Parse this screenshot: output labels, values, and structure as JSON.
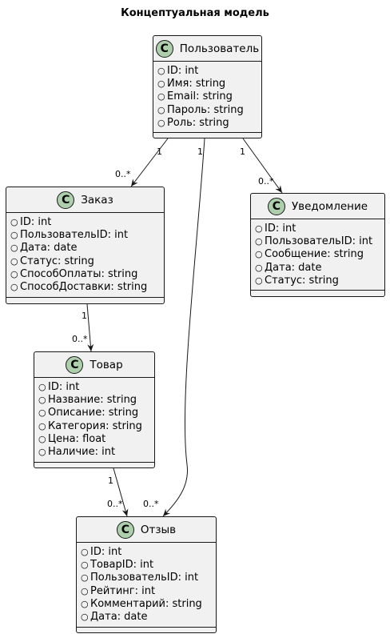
{
  "title": "Концептуальная модель",
  "classes": {
    "user": {
      "name": "Пользователь",
      "attributes": [
        "ID: int",
        "Имя: string",
        "Email: string",
        "Пароль: string",
        "Роль: string"
      ]
    },
    "order": {
      "name": "Заказ",
      "attributes": [
        "ID: int",
        "ПользовательID: int",
        "Дата: date",
        "Статус: string",
        "СпособОплаты: string",
        "СпособДоставки: string"
      ]
    },
    "notification": {
      "name": "Уведомление",
      "attributes": [
        "ID: int",
        "ПользовательID: int",
        "Сообщение: string",
        "Дата: date",
        "Статус: string"
      ]
    },
    "product": {
      "name": "Товар",
      "attributes": [
        "ID: int",
        "Название: string",
        "Описание: string",
        "Категория: string",
        "Цена: float",
        "Наличие: int"
      ]
    },
    "review": {
      "name": "Отзыв",
      "attributes": [
        "ID: int",
        "ТоварID: int",
        "ПользовательID: int",
        "Рейтинг: int",
        "Комментарий: string",
        "Дата: date"
      ]
    }
  },
  "relations": [
    {
      "from": "user",
      "to": "order",
      "from_mult": "1",
      "to_mult": "0..*"
    },
    {
      "from": "user",
      "to": "review",
      "from_mult": "1",
      "to_mult": "0..*"
    },
    {
      "from": "user",
      "to": "notification",
      "from_mult": "1",
      "to_mult": "0..*"
    },
    {
      "from": "order",
      "to": "product",
      "from_mult": "1",
      "to_mult": "0..*"
    },
    {
      "from": "product",
      "to": "review",
      "from_mult": "1",
      "to_mult": "0..*"
    }
  ],
  "class_badge": "C",
  "visibility_marker": "public-circle-icon",
  "colors": {
    "box_fill": "#f1f1f1",
    "badge_fill": "#adcfac",
    "line": "#181818"
  }
}
